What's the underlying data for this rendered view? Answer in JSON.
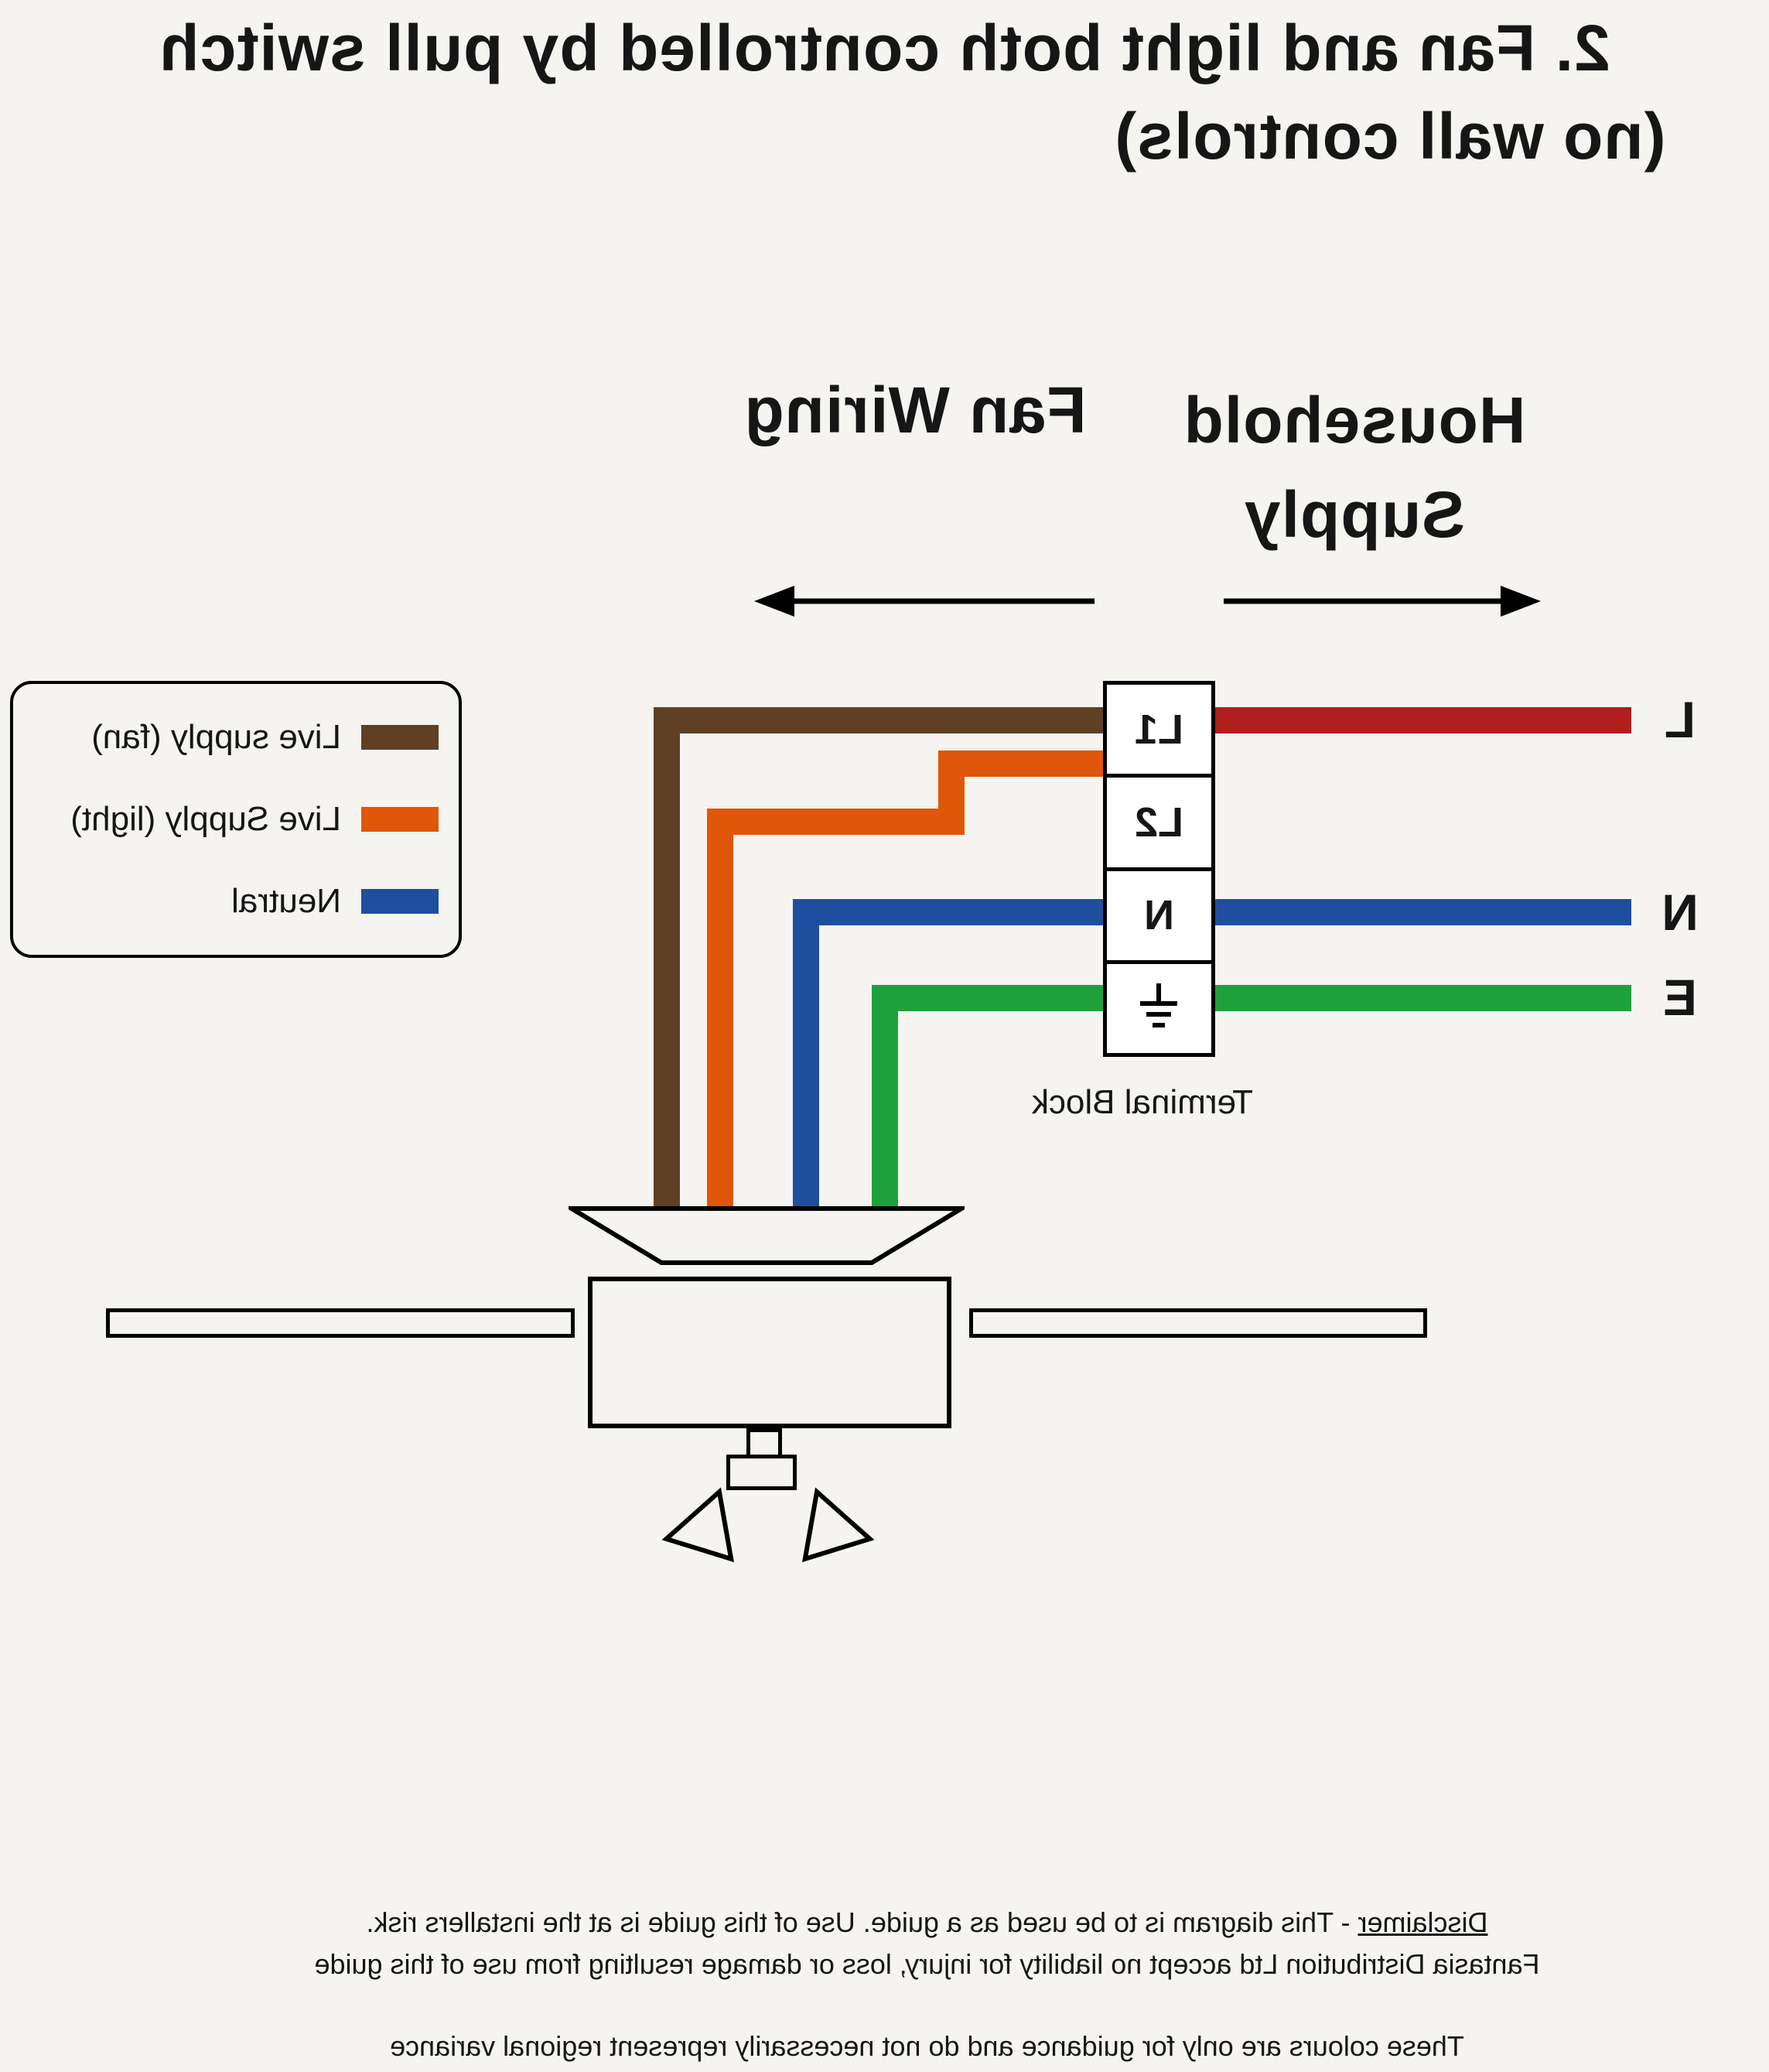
{
  "title": {
    "line1": "2. Fan and light both controlled by pull switch",
    "line2": "(no wall controls)"
  },
  "sections": {
    "household_line1": "Household",
    "household_line2": "Supply",
    "fan_wiring": "Fan Wiring"
  },
  "supply_labels": {
    "live": "L",
    "neutral": "N",
    "earth": "E"
  },
  "terminal_block": {
    "caption": "Terminal Block",
    "cell_labels": [
      "L1",
      "L2",
      "N"
    ],
    "earth_cell_icon": "earth-symbol"
  },
  "legend": {
    "items": [
      {
        "label": "Live supply (fan)",
        "color": "#5f4024"
      },
      {
        "label": "Live Supply (light)",
        "color": "#e0560a"
      },
      {
        "label": "Neutral",
        "color": "#1d4f9e"
      }
    ]
  },
  "colors": {
    "live_supply_household": "#b01e1e",
    "live_fan": "#5f4024",
    "live_light": "#e0560a",
    "neutral": "#1d4f9e",
    "earth": "#1ea13d",
    "background": "#f5f4f1",
    "outline": "#000000"
  },
  "disclaimer": {
    "line1_label": "Disclaimer",
    "line1_rest": " - This diagram is to be used as a guide.  Use of this guide is at the installers risk.",
    "line2": "Fantasia Distribution Ltd accept no liability for injury, loss or damage resulting from use of this guide",
    "line3": "These colours are only for guidance and do not necessarily represent regional variance"
  }
}
